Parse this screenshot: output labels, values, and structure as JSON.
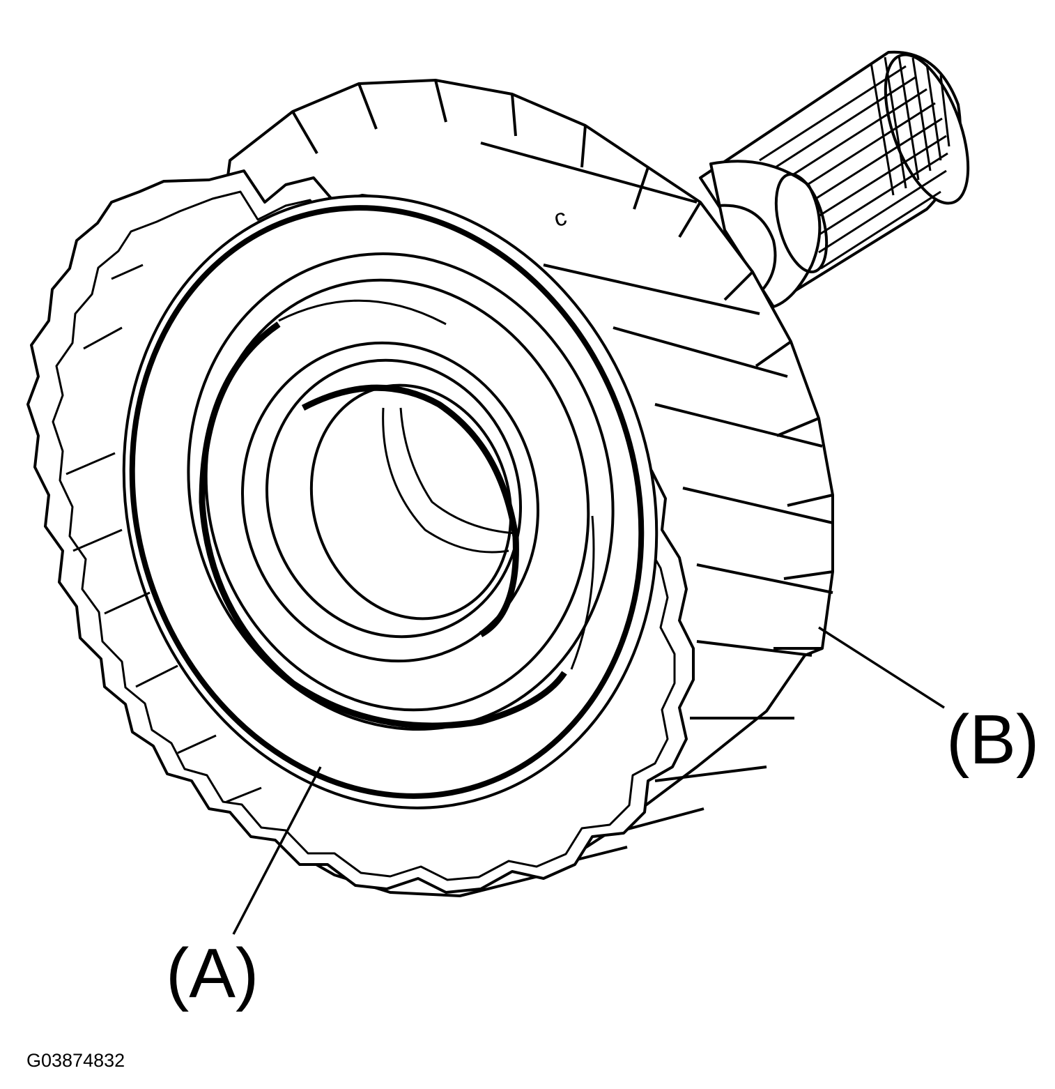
{
  "figure": {
    "callouts": [
      {
        "id": "A",
        "text": "(A)"
      },
      {
        "id": "B",
        "text": "(B)"
      }
    ],
    "stamp_mark": "c",
    "figure_id": "G03874832"
  },
  "colors": {
    "line": "#000000",
    "background": "#ffffff"
  }
}
